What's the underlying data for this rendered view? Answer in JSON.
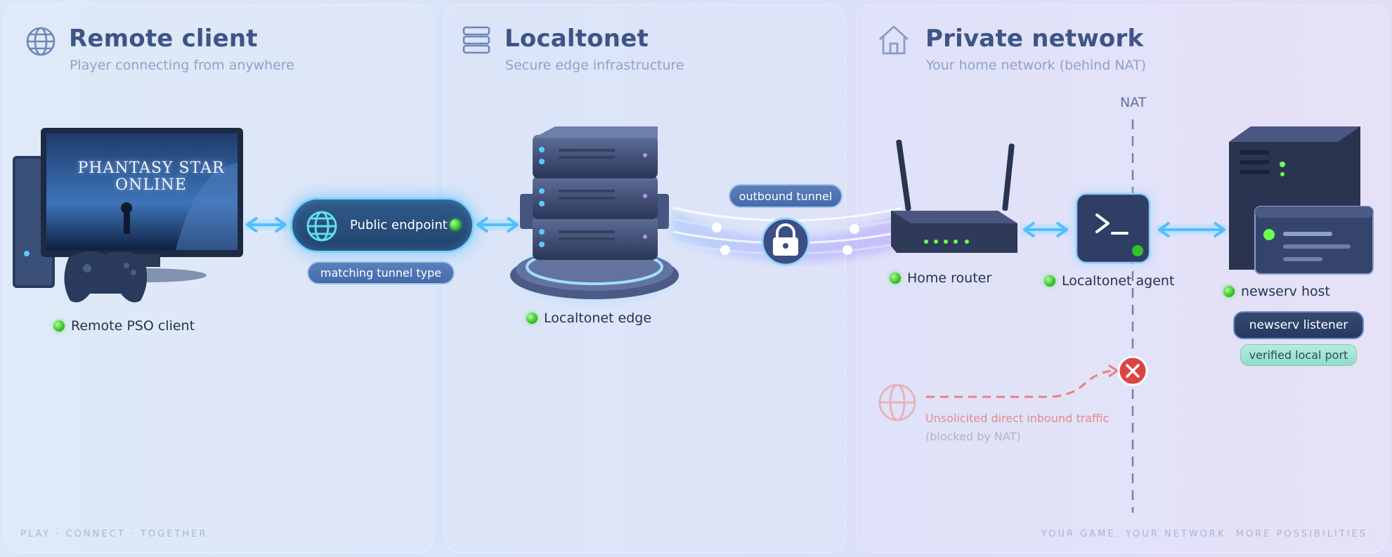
{
  "colors": {
    "accent_glow": "#5fc8ff",
    "panel_title": "#3d5487",
    "status_online": "#37c02c",
    "blocked": "#e86a6a"
  },
  "sections": {
    "remote": {
      "icon": "globe-icon",
      "title": "Remote client",
      "subtitle": "Player connecting from anywhere"
    },
    "localtonet": {
      "icon": "server-stack-icon",
      "title": "Localtonet",
      "subtitle": "Secure edge infrastructure"
    },
    "private": {
      "icon": "house-icon",
      "title": "Private network",
      "subtitle": "Your home network (behind NAT)"
    }
  },
  "nodes": {
    "game_title_line1": "PHANTASY STAR",
    "game_title_line2": "ONLINE",
    "remote_client": "Remote PSO client",
    "public_endpoint": "Public endpoint",
    "matching_tunnel": "matching tunnel type",
    "edge": "Localtonet edge",
    "outbound_tunnel": "outbound tunnel",
    "home_router": "Home router",
    "agent": "Localtonet agent",
    "newserv_host": "newserv host",
    "newserv_listener": "newserv listener",
    "verified_port": "verified local port"
  },
  "nat": {
    "label": "NAT",
    "blocked_line1": "Unsolicited direct inbound traffic",
    "blocked_line2": "(blocked by NAT)"
  },
  "footer": {
    "left": "PLAY  ·  CONNECT  ·  TOGETHER",
    "right": "YOUR GAME.   YOUR NETWORK.   MORE POSSIBILITIES."
  }
}
